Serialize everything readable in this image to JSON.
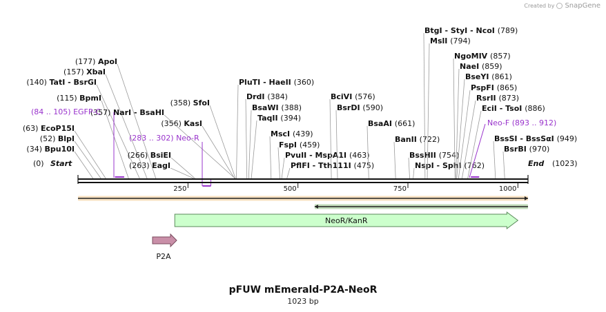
{
  "credit": {
    "created_by": "Created by",
    "brand": "SnapGene"
  },
  "plasmid": {
    "name": "pFUW mEmerald-P2A-NeoR",
    "length": 1023,
    "length_label": "1023 bp"
  },
  "ends": {
    "start_label": "Start",
    "start_pos": "(0)",
    "end_label": "End",
    "end_pos": "(1023)"
  },
  "ticks": [
    250,
    500,
    750,
    1000
  ],
  "colors": {
    "feature_fill": "#ccffcc",
    "feature_stroke": "#5a8a5a",
    "p2a_fill": "#c98fa8",
    "primer": "#9933cc",
    "orf_top": "#e8a74a",
    "orf_bottom": "#4f9c3c"
  },
  "features": [
    {
      "name": "NeoR/KanR",
      "start": 220,
      "end": 1000,
      "direction": "forward"
    },
    {
      "name": "P2A",
      "start": 170,
      "end": 226,
      "direction": "forward"
    }
  ],
  "orfs": [
    {
      "start": 0,
      "end": 1023,
      "direction": "forward"
    },
    {
      "start": 538,
      "end": 1023,
      "direction": "reverse"
    }
  ],
  "primers": [
    {
      "name": "EGFP-C",
      "range": "(84 .. 105)",
      "start": 84,
      "end": 105,
      "strand": "top"
    },
    {
      "name": "Neo-R",
      "range": "(283 .. 302)",
      "start": 283,
      "end": 302,
      "strand": "bottom"
    },
    {
      "name": "Neo-F",
      "range": "(893 .. 912)",
      "start": 893,
      "end": 912,
      "strand": "top"
    }
  ],
  "sites": [
    {
      "pos": "(34)",
      "label": "Bpu10I",
      "p": 34
    },
    {
      "pos": "(52)",
      "label": "BlpI",
      "p": 52
    },
    {
      "pos": "(63)",
      "label": "EcoP15I",
      "p": 63
    },
    {
      "pos": "(115)",
      "label": "BpmI",
      "p": 115
    },
    {
      "pos": "(140)",
      "label": "TatI - BsrGI",
      "p": 140
    },
    {
      "pos": "(157)",
      "label": "XbaI",
      "p": 157
    },
    {
      "pos": "(177)",
      "label": "ApoI",
      "p": 177
    },
    {
      "pos": "(263)",
      "label": "EagI",
      "p": 263
    },
    {
      "pos": "(266)",
      "label": "BsiEI",
      "p": 266
    },
    {
      "pos": "(356)",
      "label": "KasI",
      "p": 356
    },
    {
      "pos": "(357)",
      "label": "NarI - BsaHI",
      "p": 357
    },
    {
      "pos": "(358)",
      "label": "SfoI",
      "p": 358
    },
    {
      "pos": "(360)",
      "label": "PluTI - HaeII",
      "p": 360
    },
    {
      "pos": "(384)",
      "label": "DrdI",
      "p": 384
    },
    {
      "pos": "(388)",
      "label": "BsaWI",
      "p": 388
    },
    {
      "pos": "(394)",
      "label": "TaqII",
      "p": 394
    },
    {
      "pos": "(439)",
      "label": "MscI",
      "p": 439
    },
    {
      "pos": "(459)",
      "label": "FspI",
      "p": 459
    },
    {
      "pos": "(463)",
      "label": "PvuII - MspA1I",
      "p": 463
    },
    {
      "pos": "(475)",
      "label": "PflFI - Tth111I",
      "p": 475
    },
    {
      "pos": "(576)",
      "label": "BciVI",
      "p": 576
    },
    {
      "pos": "(590)",
      "label": "BsrDI",
      "p": 590
    },
    {
      "pos": "(661)",
      "label": "BsaAI",
      "p": 661
    },
    {
      "pos": "(722)",
      "label": "BanII",
      "p": 722
    },
    {
      "pos": "(754)",
      "label": "BssHII",
      "p": 754
    },
    {
      "pos": "(762)",
      "label": "NspI - SphI",
      "p": 762
    },
    {
      "pos": "(789)",
      "label": "BtgI - StyI - NcoI",
      "p": 789
    },
    {
      "pos": "(794)",
      "label": "MslI",
      "p": 794
    },
    {
      "pos": "(857)",
      "label": "NgoMIV",
      "p": 857
    },
    {
      "pos": "(859)",
      "label": "NaeI",
      "p": 859
    },
    {
      "pos": "(861)",
      "label": "BseYI",
      "p": 861
    },
    {
      "pos": "(865)",
      "label": "PspFI",
      "p": 865
    },
    {
      "pos": "(873)",
      "label": "RsrII",
      "p": 873
    },
    {
      "pos": "(886)",
      "label": "EciI - TsoI",
      "p": 886
    },
    {
      "pos": "(949)",
      "label": "BssSI - BssSαI",
      "p": 949
    },
    {
      "pos": "(970)",
      "label": "BsrBI",
      "p": 970
    }
  ]
}
